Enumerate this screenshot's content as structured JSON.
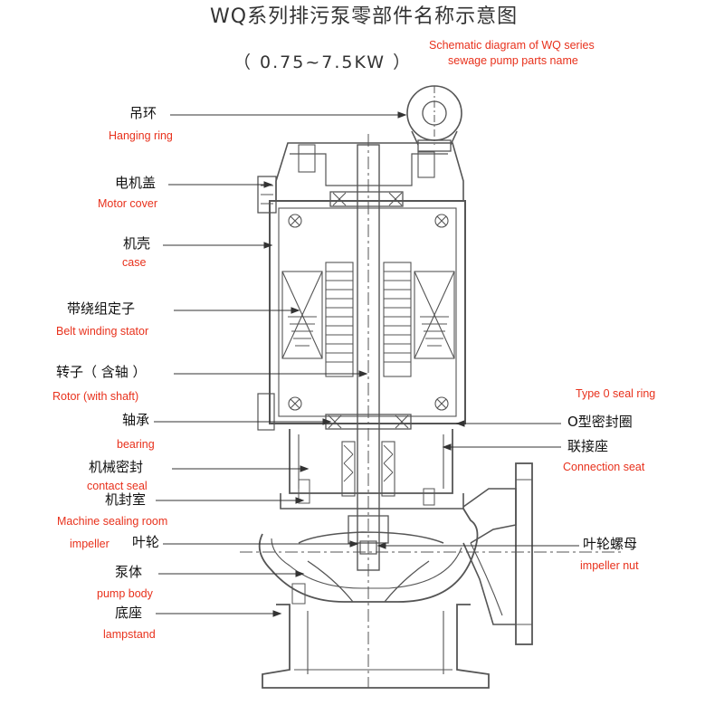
{
  "title": {
    "zh": "WQ系列排污泵零部件名称示意图",
    "power_range": "（ 0.75~7.5KW ）",
    "en_line1": "Schematic diagram of WQ series",
    "en_line2": "sewage pump parts name"
  },
  "colors": {
    "english_label": "#e8311c",
    "drawing": "#555555",
    "chinese_label": "#111111"
  },
  "parts": [
    {
      "id": "hanging-ring",
      "zh": "吊环",
      "en": "Hanging ring"
    },
    {
      "id": "motor-cover",
      "zh": "电机盖",
      "en": "Motor cover"
    },
    {
      "id": "case",
      "zh": "机壳",
      "en": "case"
    },
    {
      "id": "belt-winding-stator",
      "zh": "带绕组定子",
      "en": "Belt winding stator"
    },
    {
      "id": "rotor",
      "zh": "转子（ 含轴 ）",
      "en": "Rotor (with shaft)"
    },
    {
      "id": "bearing",
      "zh": "轴承",
      "en": "bearing"
    },
    {
      "id": "contact-seal",
      "zh": "机械密封",
      "en": "contact seal"
    },
    {
      "id": "machine-sealing-room",
      "zh": "机封室",
      "en": "Machine sealing room"
    },
    {
      "id": "impeller",
      "zh": "叶轮",
      "en": "impeller"
    },
    {
      "id": "pump-body",
      "zh": "泵体",
      "en": "pump body"
    },
    {
      "id": "lampstand",
      "zh": "底座",
      "en": "lampstand"
    },
    {
      "id": "o-seal-ring",
      "zh": "O型密封圈",
      "en": "Type 0 seal ring"
    },
    {
      "id": "connection-seat",
      "zh": "联接座",
      "en": "Connection seat"
    },
    {
      "id": "impeller-nut",
      "zh": "叶轮螺母",
      "en": "impeller nut"
    }
  ]
}
